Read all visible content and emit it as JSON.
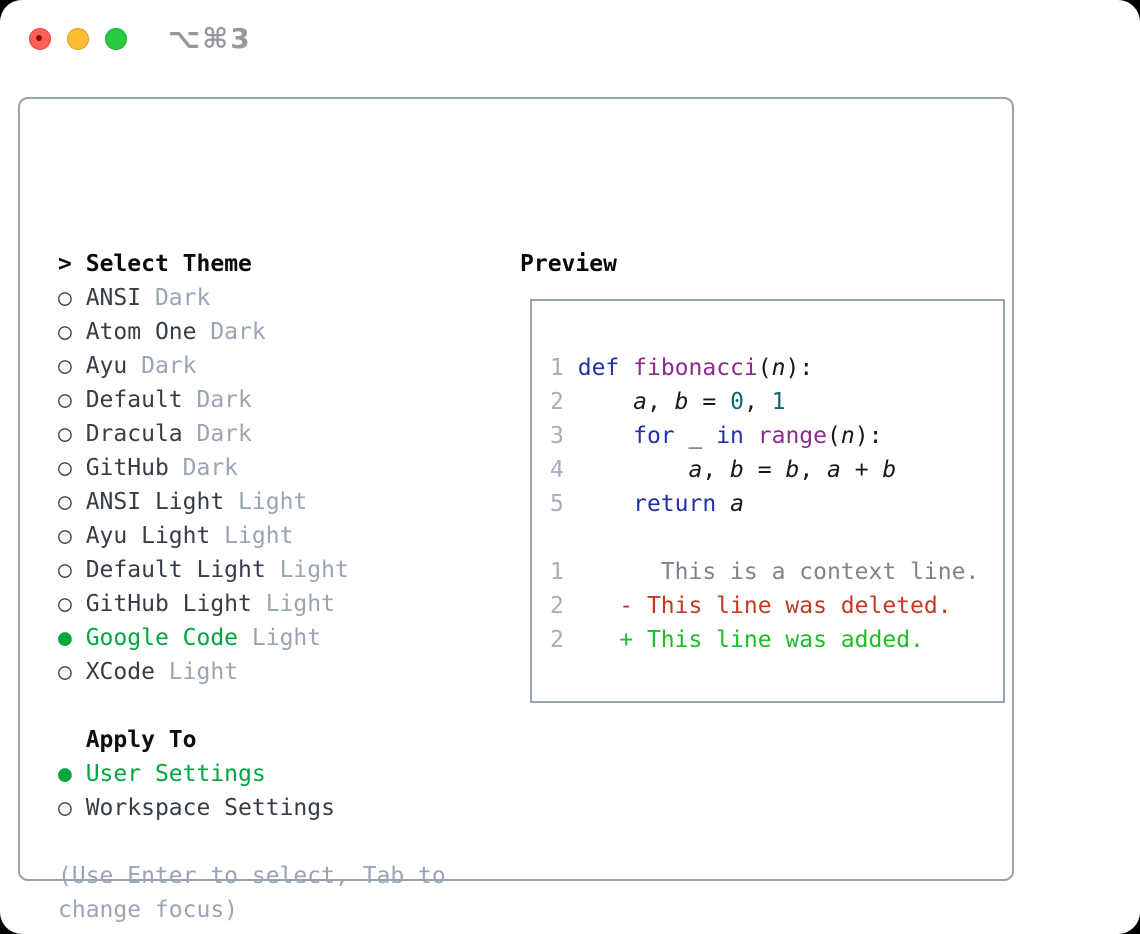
{
  "titlebar": {
    "shortcut": "⌥⌘3",
    "traffic_lights": [
      "close",
      "minimize",
      "zoom"
    ]
  },
  "theme_list": {
    "header": {
      "prompt": ">",
      "label": "Select Theme"
    },
    "unselected_marker": "○",
    "selected_marker": "●",
    "items": [
      {
        "name": "ANSI",
        "tag": "Dark",
        "selected": false
      },
      {
        "name": "Atom One",
        "tag": "Dark",
        "selected": false
      },
      {
        "name": "Ayu",
        "tag": "Dark",
        "selected": false
      },
      {
        "name": "Default",
        "tag": "Dark",
        "selected": false
      },
      {
        "name": "Dracula",
        "tag": "Dark",
        "selected": false
      },
      {
        "name": "GitHub",
        "tag": "Dark",
        "selected": false
      },
      {
        "name": "ANSI Light",
        "tag": "Light",
        "selected": false
      },
      {
        "name": "Ayu Light",
        "tag": "Light",
        "selected": false
      },
      {
        "name": "Default Light",
        "tag": "Light",
        "selected": false
      },
      {
        "name": "GitHub Light",
        "tag": "Light",
        "selected": false
      },
      {
        "name": "Google Code",
        "tag": "Light",
        "selected": true
      },
      {
        "name": "XCode",
        "tag": "Light",
        "selected": false
      }
    ]
  },
  "preview": {
    "label": "Preview",
    "code_lines": [
      [
        {
          "c": "ln",
          "t": "1"
        },
        {
          "c": "pl",
          "t": " "
        },
        {
          "c": "kw",
          "t": "def"
        },
        {
          "c": "pl",
          "t": " "
        },
        {
          "c": "fn",
          "t": "fibonacci"
        },
        {
          "c": "pl",
          "t": "("
        },
        {
          "c": "va",
          "t": "n"
        },
        {
          "c": "pl",
          "t": "):"
        }
      ],
      [
        {
          "c": "ln",
          "t": "2"
        },
        {
          "c": "pl",
          "t": "     "
        },
        {
          "c": "va",
          "t": "a"
        },
        {
          "c": "pl",
          "t": ", "
        },
        {
          "c": "va",
          "t": "b"
        },
        {
          "c": "pl",
          "t": " = "
        },
        {
          "c": "nu",
          "t": "0"
        },
        {
          "c": "pl",
          "t": ", "
        },
        {
          "c": "nu",
          "t": "1"
        }
      ],
      [
        {
          "c": "ln",
          "t": "3"
        },
        {
          "c": "pl",
          "t": "     "
        },
        {
          "c": "kw",
          "t": "for"
        },
        {
          "c": "pl",
          "t": " _ "
        },
        {
          "c": "kw",
          "t": "in"
        },
        {
          "c": "pl",
          "t": " "
        },
        {
          "c": "fn",
          "t": "range"
        },
        {
          "c": "pl",
          "t": "("
        },
        {
          "c": "va",
          "t": "n"
        },
        {
          "c": "pl",
          "t": "):"
        }
      ],
      [
        {
          "c": "ln",
          "t": "4"
        },
        {
          "c": "pl",
          "t": "         "
        },
        {
          "c": "va",
          "t": "a"
        },
        {
          "c": "pl",
          "t": ", "
        },
        {
          "c": "va",
          "t": "b"
        },
        {
          "c": "pl",
          "t": " = "
        },
        {
          "c": "va",
          "t": "b"
        },
        {
          "c": "pl",
          "t": ", "
        },
        {
          "c": "va",
          "t": "a"
        },
        {
          "c": "pl",
          "t": " + "
        },
        {
          "c": "va",
          "t": "b"
        }
      ],
      [
        {
          "c": "ln",
          "t": "5"
        },
        {
          "c": "pl",
          "t": "     "
        },
        {
          "c": "kw",
          "t": "return"
        },
        {
          "c": "pl",
          "t": " "
        },
        {
          "c": "va",
          "t": "a"
        }
      ],
      [],
      [
        {
          "c": "ln",
          "t": "1"
        },
        {
          "c": "ctx",
          "t": "       This is a context line."
        }
      ],
      [
        {
          "c": "ln",
          "t": "2"
        },
        {
          "c": "del",
          "t": "    - This line was deleted."
        }
      ],
      [
        {
          "c": "ln",
          "t": "2"
        },
        {
          "c": "add",
          "t": "    + This line was added."
        }
      ]
    ]
  },
  "apply_to": {
    "label": "Apply To",
    "options": [
      {
        "label": "User Settings",
        "selected": true
      },
      {
        "label": "Workspace Settings",
        "selected": false
      }
    ]
  },
  "hint": "(Use Enter to select, Tab to change focus)",
  "colors": {
    "accent_green": "#00a63e",
    "keyword_blue": "#2232a6",
    "function_purple": "#8c2b8e",
    "number_teal": "#0e6a6a",
    "context_gray": "#7e848d",
    "deleted_red": "#c63826",
    "added_green": "#1ebc27",
    "muted_gray": "#9aa5b4",
    "line_number_gray": "#a5aebc",
    "text_dark": "#373d47",
    "traffic_red": "#ff5f57",
    "traffic_yellow": "#febc2e",
    "traffic_green": "#28c840"
  }
}
